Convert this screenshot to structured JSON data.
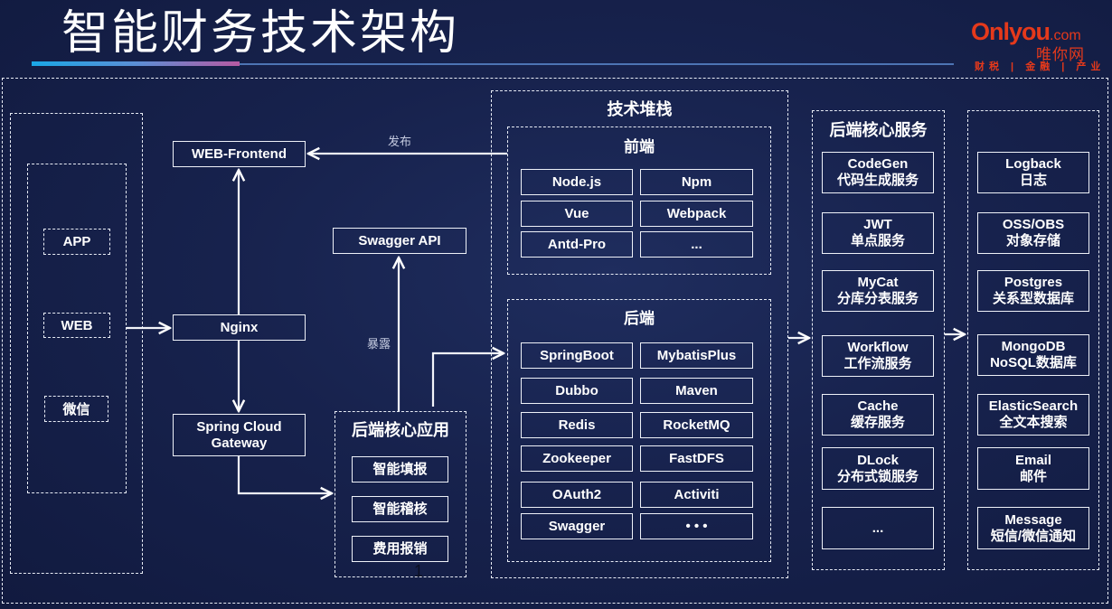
{
  "header": {
    "title": "智能财务技术架构",
    "logo": {
      "brand": "Onlyou",
      "domain": ".com",
      "cn_name": "唯你网",
      "tagline": "财税 | 金融 | 产业"
    }
  },
  "clients": {
    "items": [
      "APP",
      "WEB",
      "微信"
    ]
  },
  "gateway": {
    "web_frontend": "WEB-Frontend",
    "nginx": "Nginx",
    "spring_cloud_gateway_line1": "Spring Cloud",
    "spring_cloud_gateway_line2": "Gateway",
    "swagger_api": "Swagger API"
  },
  "edge_labels": {
    "publish": "发布",
    "expose": "暴露"
  },
  "core_app": {
    "title": "后端核心应用",
    "items": [
      "智能填报",
      "智能稽核",
      "费用报销"
    ]
  },
  "tech_stack": {
    "title": "技术堆栈",
    "frontend": {
      "title": "前端",
      "items": [
        "Node.js",
        "Npm",
        "Vue",
        "Webpack",
        "Antd-Pro",
        "..."
      ]
    },
    "backend": {
      "title": "后端",
      "items": [
        "SpringBoot",
        "MybatisPlus",
        "Dubbo",
        "Maven",
        "Redis",
        "RocketMQ",
        "Zookeeper",
        "FastDFS",
        "OAuth2",
        "Activiti",
        "Swagger",
        "• • •"
      ]
    }
  },
  "core_services": {
    "title": "后端核心服务",
    "items": [
      {
        "name": "CodeGen",
        "desc": "代码生成服务"
      },
      {
        "name": "JWT",
        "desc": "单点服务"
      },
      {
        "name": "MyCat",
        "desc": "分库分表服务"
      },
      {
        "name": "Workflow",
        "desc": "工作流服务"
      },
      {
        "name": "Cache",
        "desc": "缓存服务"
      },
      {
        "name": "DLock",
        "desc": "分布式锁服务"
      },
      {
        "name": "...",
        "desc": ""
      }
    ]
  },
  "infrastructure": {
    "items": [
      {
        "name": "Logback",
        "desc": "日志"
      },
      {
        "name": "OSS/OBS",
        "desc": "对象存储"
      },
      {
        "name": "Postgres",
        "desc": "关系型数据库"
      },
      {
        "name": "MongoDB",
        "desc": "NoSQL数据库"
      },
      {
        "name": "ElasticSearch",
        "desc": "全文本搜索"
      },
      {
        "name": "Email",
        "desc": "邮件"
      },
      {
        "name": "Message",
        "desc": "短信/微信通知"
      }
    ]
  },
  "page_number": "1"
}
